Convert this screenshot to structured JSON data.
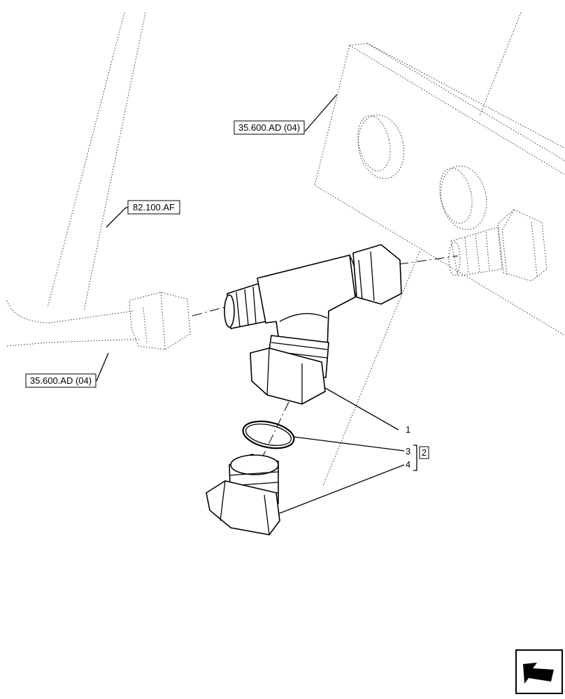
{
  "references": {
    "ref_frame_top": "35.600.AD (04)",
    "ref_frame_left": "82.100.AF",
    "ref_hose": "35.600.AD (04)"
  },
  "callouts": {
    "item_1": "1",
    "item_3": "3",
    "item_4": "4",
    "kit_2": "2"
  },
  "nav_icon": "previous-page-arrow-icon"
}
